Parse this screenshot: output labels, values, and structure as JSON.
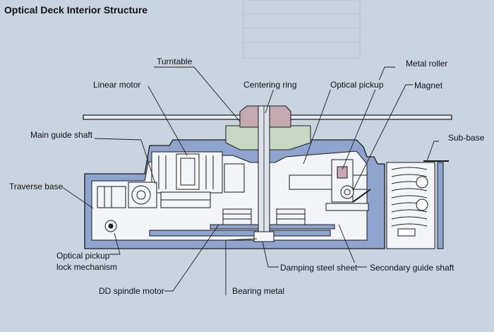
{
  "title": "Optical Deck Interior Structure",
  "labels": {
    "turntable": "Turntable",
    "linear_motor": "Linear motor",
    "centering_ring": "Centering ring",
    "optical_pickup": "Optical pickup",
    "metal_roller": "Metal roller",
    "magnet": "Magnet",
    "main_guide_shaft": "Main guide shaft",
    "sub_base": "Sub-base",
    "traverse_base": "Traverse base",
    "optical_pickup_lock_1": "Optical pickup",
    "optical_pickup_lock_2": "lock mechanism",
    "dd_spindle_motor": "DD spindle motor",
    "damping_steel_sheet": "Damping steel sheet",
    "secondary_guide_shaft": "Secondary guide shaft",
    "bearing_metal": "Bearing metal"
  },
  "colors": {
    "background": "#c9d4e1",
    "housing_fill": "#8fa3cf",
    "interior_fill": "#f2f4f7",
    "outline": "#1a1a1a",
    "centering_ring": "#c4a9b0",
    "turntable_hub": "#c5d9c2"
  }
}
